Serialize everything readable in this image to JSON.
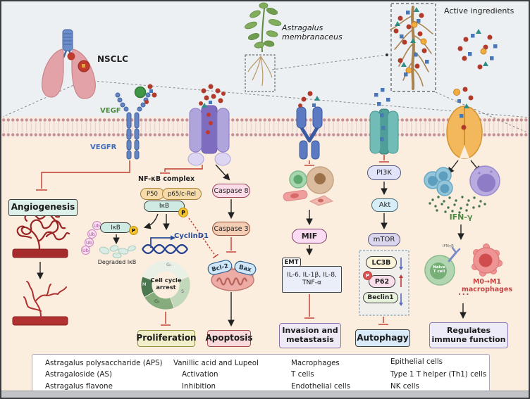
{
  "scene": {
    "disease_label": "NSCLC",
    "plant_line1": "Astragalus",
    "plant_line2": "membranaceus",
    "active_ingredients_label": "Active ingredients",
    "vegf_label": "VEGF",
    "vegfr_label": "VEGFR"
  },
  "nfkb": {
    "complex_label": "NF-κB complex",
    "p50": "P50",
    "p65": "p65/c-Rel",
    "ikb": "IκB",
    "phospho": "P",
    "ub": "Ub",
    "degraded_ikb": "Degraded IκB",
    "cyclin_d1": "CyclinD1",
    "cell_cycle_arrest": "Cell cycle arrest",
    "phase_g1": "G₁",
    "phase_s": "S",
    "phase_g2": "G₂",
    "phase_m": "M"
  },
  "apo": {
    "caspase8": "Caspase 8",
    "caspase3": "Caspase 3",
    "bcl2": "Bcl-2",
    "bax": "Bax"
  },
  "mifp": {
    "mif": "MIF",
    "emt": "EMT",
    "cytokines_line1": "IL-6, IL-1β, IL-8,",
    "cytokines_line2": "TNF-α"
  },
  "autop": {
    "pi3k": "PI3K",
    "akt": "Akt",
    "mtor": "mTOR",
    "lc3b": "LC3B",
    "p62": "P62",
    "phospho": "P",
    "beclin1": "Beclin1"
  },
  "imm": {
    "ifn_gamma": "IFN-γ",
    "ifngr": "IFNγR",
    "naive_line1": "Naive",
    "naive_line2": "T cell",
    "m0m1_line1": "M0→M1",
    "m0m1_line2": "macrophages",
    "ellipsis": "..."
  },
  "outcomes": {
    "angiogenesis": "Angiogenesis",
    "proliferation": "Proliferation",
    "apoptosis": "Apoptosis",
    "invasion_line1": "Invasion and",
    "invasion_line2": "metastasis",
    "autophagy": "Autophagy",
    "immune_line1": "Regulates",
    "immune_line2": "immune function"
  },
  "legend": {
    "aps": "Astragalus polysaccharide (APS)",
    "as": "Astragaloside (AS)",
    "flavone": "Astragalus flavone",
    "vanillic": "Vanillic acid and Lupeol",
    "activation": "Activation",
    "inhibition": "Inhibition",
    "macrophages": "Macrophages",
    "t_cells": "T cells",
    "endothelial": "Endothelial cells",
    "epithelial": "Epithelial cells",
    "th1": "Type 1 T helper (Th1) cells",
    "nk": "NK cells"
  },
  "colors": {
    "aps_red": "#b13a2a",
    "as_blue": "#4878b8",
    "flavone_teal": "#2f8e86",
    "vanillic_orange": "#f0ad3c",
    "activation_black": "#222222",
    "inhibition_red": "#c0392b"
  }
}
